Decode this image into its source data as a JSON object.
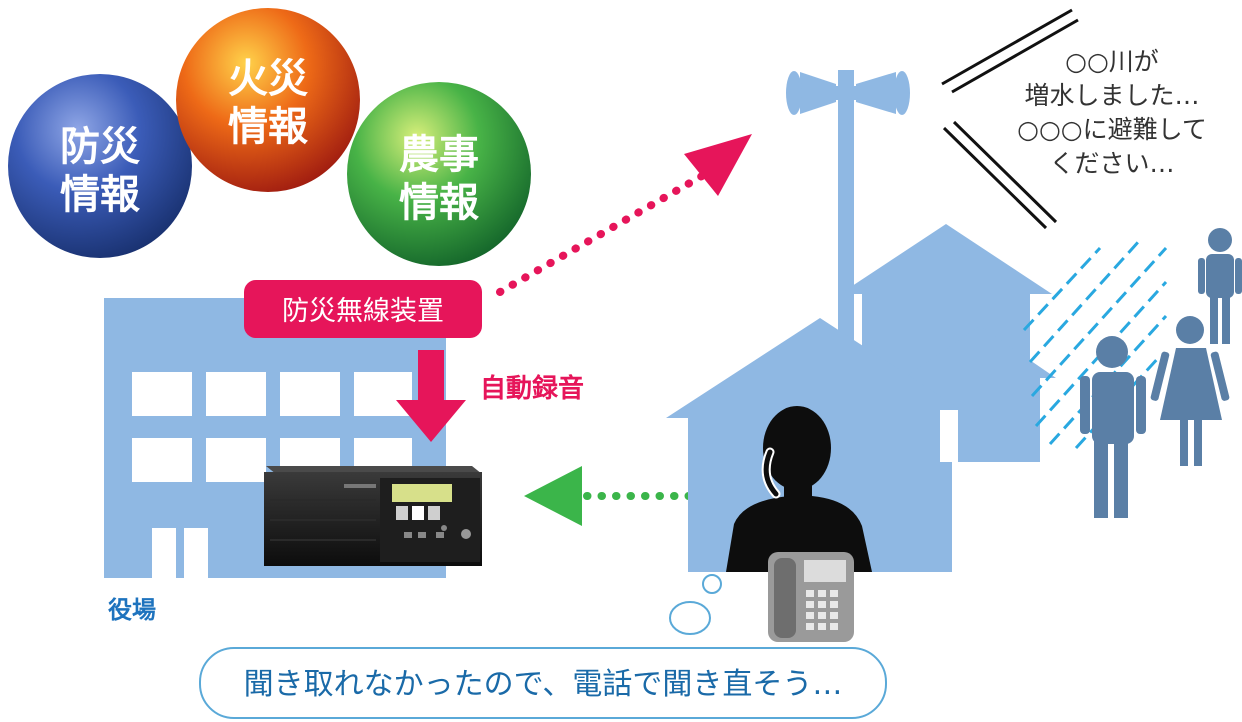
{
  "topics": [
    {
      "line1": "防災",
      "line2": "情報",
      "color": "#2b4fa0"
    },
    {
      "line1": "火災",
      "line2": "情報",
      "color": "#d2401a"
    },
    {
      "line1": "農事",
      "line2": "情報",
      "color": "#2e9a44"
    }
  ],
  "device_label": "防災無線装置",
  "auto_record_label": "自動録音",
  "office_label": "役場",
  "speaker_message": [
    "○○川が",
    "増水しました…",
    "○○○に避難して",
    "ください…"
  ],
  "thought_bubble": "聞き取れなかったので、電話で聞き直そう…",
  "colors": {
    "building": "#8fb8e3",
    "accent_pink": "#e6155a",
    "accent_green": "#3bb54a",
    "rain": "#29a8e0",
    "people": "#5a7fa6"
  }
}
